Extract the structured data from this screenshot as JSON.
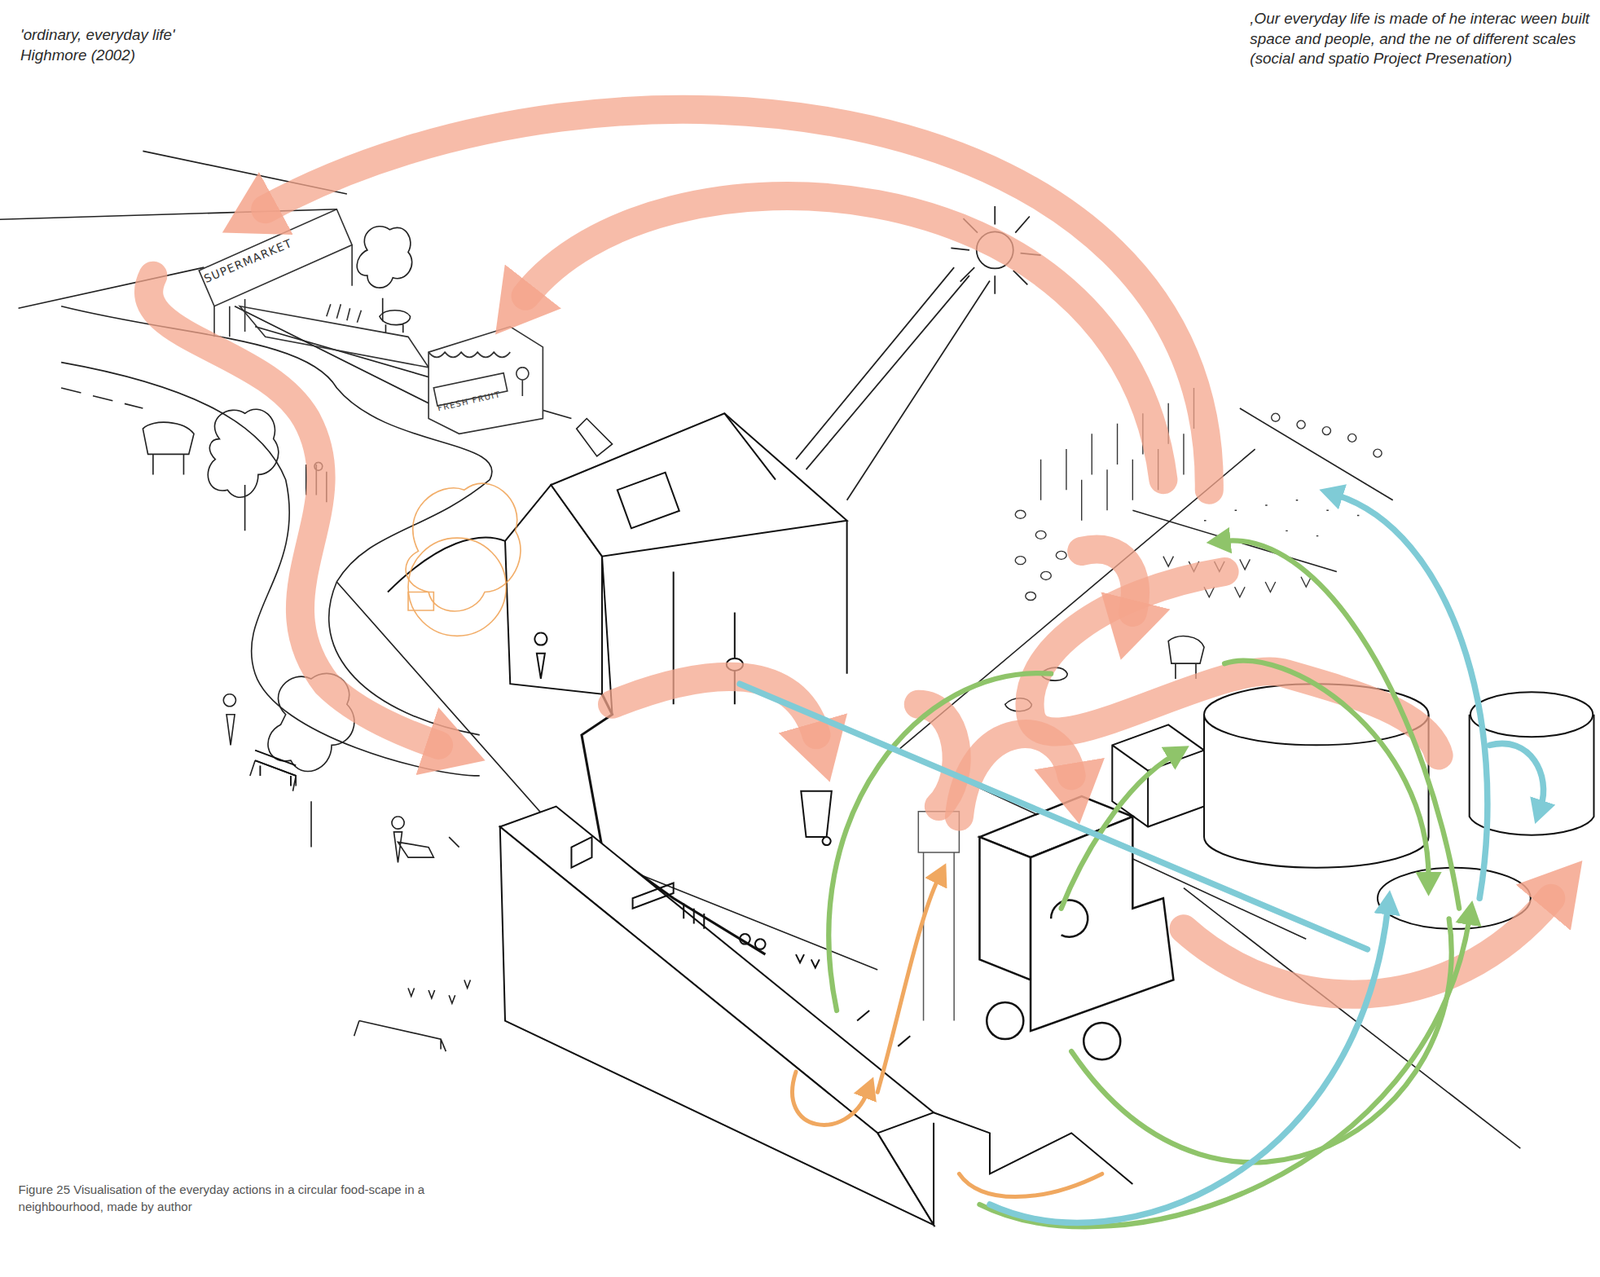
{
  "diagram": {
    "caption": "Figure 25 Visualisation of the everyday actions in a circular food-scape in a neighbourhood, made by author",
    "labels": [
      "'ordinary, everyday life' Highmore (2002)",
      ",Our everyday life is made of he interac ween built space and people, and the ne of different scales (social and spatio Project Presenation)",
      "SUPERMARKET",
      "FRESH FRUIT"
    ]
  }
}
